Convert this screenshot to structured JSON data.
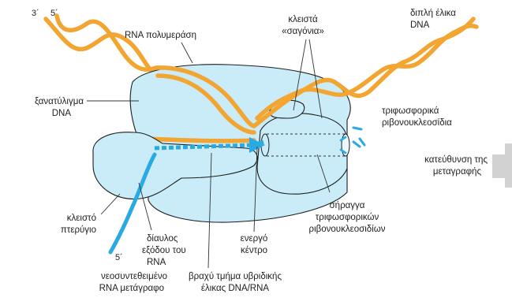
{
  "strand_ends": {
    "left_3prime": "3´",
    "left_5prime": "5´",
    "rna_5prime": "5´"
  },
  "labels": {
    "rna_polymerase": "RNA πολυμεράση",
    "closed_jaws_line1": "κλειστά",
    "closed_jaws_line2": "«σαγόνια»",
    "double_helix_line1": "διπλή έλικα",
    "double_helix_line2": "DNA",
    "unwinding_line1": "ξανατύλιγμα",
    "unwinding_line2": "DNA",
    "triphosphates_line1": "τριφωσφορικά",
    "triphosphates_line2": "ριβονουκλεοσίδια",
    "direction_line1": "κατεύθυνση της",
    "direction_line2": "μεταγραφής",
    "closed_flap_line1": "κλειστό",
    "closed_flap_line2": "πτερύγιο",
    "exit_channel_line1": "δίαυλος",
    "exit_channel_line2": "εξόδου του",
    "exit_channel_line3": "RNA",
    "active_site_line1": "ενεργό",
    "active_site_line2": "κέντρο",
    "tunnel_line1": "σήραγγα",
    "tunnel_line2": "τριφωσφορικών",
    "tunnel_line3": "ριβονουκλεοσιδίων",
    "new_rna_line1": "νεοσυντεθειμένο",
    "new_rna_line2": "RNA μετάγραφο",
    "hybrid_line1": "βραχύ τμήμα υβριδικής",
    "hybrid_line2": "έλικας DNA/RNA"
  },
  "colors": {
    "dna_strand": "#f3a531",
    "rna_strand": "#29aae2",
    "polymerase_body": "#c9ecf8",
    "polymerase_outline": "#1d1d1d",
    "arrow_gray": "#d2d2d2"
  }
}
